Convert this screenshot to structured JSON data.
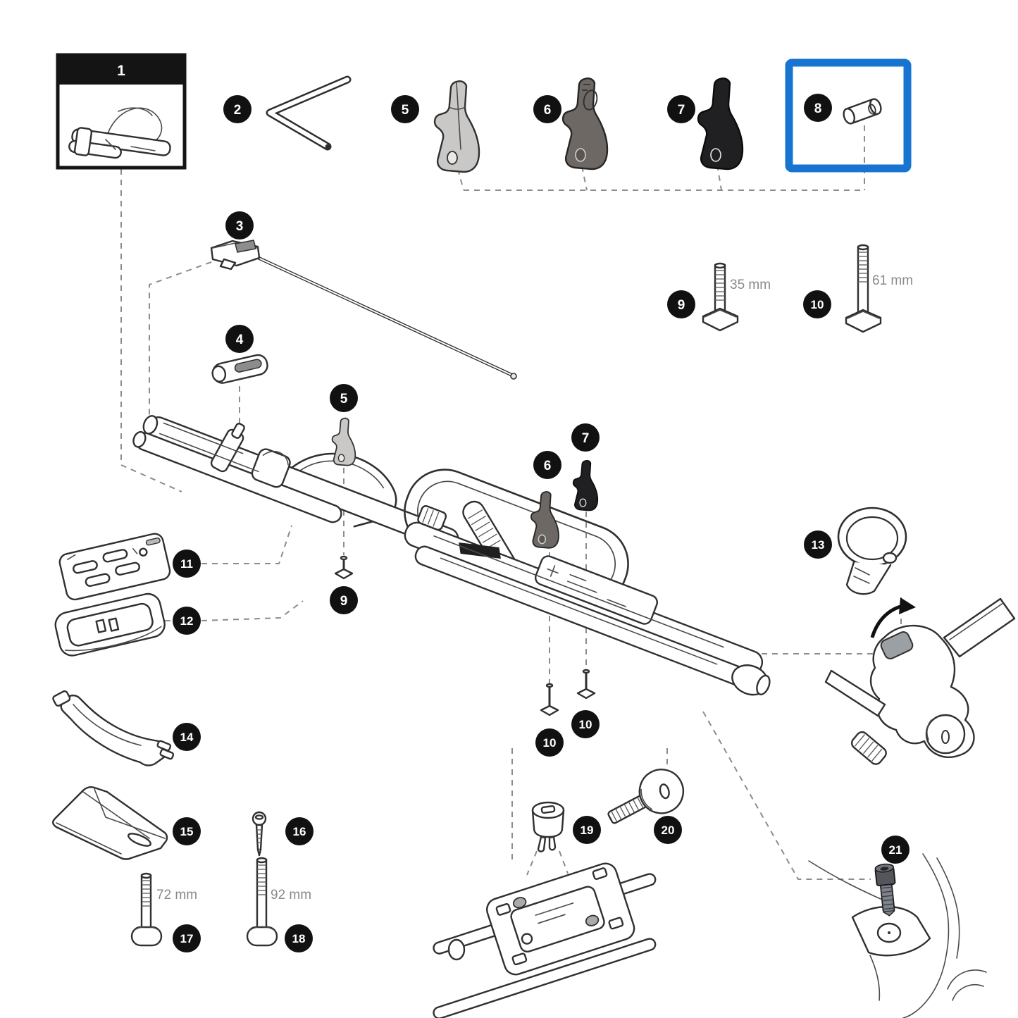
{
  "diagram": {
    "badges": {
      "b1": "1",
      "b2": "2",
      "b3": "3",
      "b4": "4",
      "b5a": "5",
      "b5b": "5",
      "b6a": "6",
      "b6b": "6",
      "b7a": "7",
      "b7b": "7",
      "b8": "8",
      "b9a": "9",
      "b9b": "9",
      "b10a": "10",
      "b10b": "10",
      "b10c": "10",
      "b11": "11",
      "b12": "12",
      "b13": "13",
      "b14": "14",
      "b15": "15",
      "b16": "16",
      "b17": "17",
      "b18": "18",
      "b19": "19",
      "b20": "20",
      "b21": "21"
    },
    "dimensions": {
      "bolt9": "35 mm",
      "bolt10": "61 mm",
      "bolt17": "72 mm",
      "bolt18": "92 mm"
    },
    "colors": {
      "highlight_box": "#1774d1",
      "badge_bg": "#111111",
      "badge_text": "#ffffff",
      "part5_fill": "#c9c8c6",
      "part6_fill": "#6e6864",
      "part7_fill": "#202023",
      "line": "#303030",
      "dash": "#8c8c8c",
      "dim_text": "#8a8a8a"
    }
  }
}
